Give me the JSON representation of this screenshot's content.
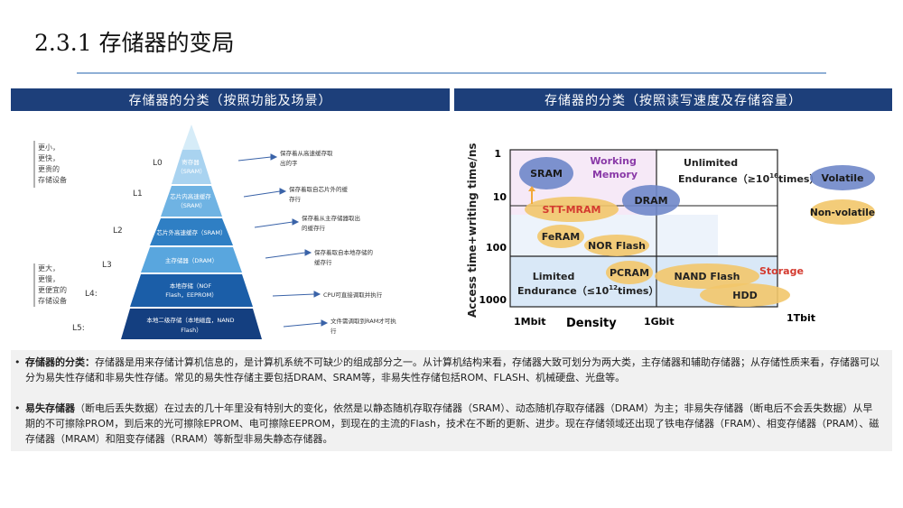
{
  "title": "2.3.1 存储器的变局",
  "left_panel": {
    "header": "存储器的分类（按照功能及场景）",
    "top_label": [
      "更小，",
      "更快，",
      "更贵的",
      "存储设备"
    ],
    "bottom_label": [
      "更大，",
      "更慢，",
      "更便宜的",
      "存储设备"
    ],
    "levels": [
      {
        "id": "L0",
        "name": [
          "寄存器",
          "（SRAM）"
        ],
        "desc": [
          "保存着从高速缓存取",
          "出的字"
        ]
      },
      {
        "id": "L1",
        "name": [
          "芯片内高速缓存",
          "（SRAM）"
        ],
        "desc": [
          "保存着取自芯片外的缓",
          "存行"
        ]
      },
      {
        "id": "L2",
        "name": [
          "芯片外高速缓存（SRAM）"
        ],
        "desc": [
          "保存着从主存储器取出",
          "的缓存行"
        ]
      },
      {
        "id": "L3",
        "name": [
          "主存储器（DRAM）"
        ],
        "desc": [
          "保存着取自本地存储的",
          "缓存行"
        ]
      },
      {
        "id": "L4:",
        "name": [
          "本地存储（NOF",
          "Flash，EEPROM）"
        ],
        "desc": [
          "CPU可直接调取并执行"
        ]
      },
      {
        "id": "L5:",
        "name": [
          "本地二级存储（本地磁盘，NAND",
          "Flash）"
        ],
        "desc": [
          "文件需调取到RAM才可执",
          "行"
        ]
      }
    ],
    "colors": [
      "#cfe6f5",
      "#a9d3f0",
      "#7dbce6",
      "#4f9fd8",
      "#2f7fc4",
      "#1b5ea8",
      "#143f80"
    ]
  },
  "right_panel": {
    "header": "存储器的分类（按照读写速度及存储容量）",
    "y_label": "Access time+writing time/ns",
    "x_label": "Density",
    "y_ticks": [
      "1",
      "10",
      "100",
      "1000"
    ],
    "x_ticks": [
      "1Mbit",
      "1Gbit",
      "1Tbit"
    ],
    "regions": {
      "working_memory": [
        "Working",
        "Memory"
      ],
      "unlimited": [
        "Unlimited",
        "Endurance（≥10",
        "16",
        "times）"
      ],
      "limited": [
        "Limited",
        "Endurance（≤10",
        "12",
        "times）"
      ],
      "storage": "Storage"
    },
    "memories": {
      "sram": "SRAM",
      "dram": "DRAM",
      "stt_mram": "STT-MRAM",
      "feram": "FeRAM",
      "nor_flash": "NOR Flash",
      "pcram": "PCRAM",
      "nand_flash": "NAND Flash",
      "hdd": "HDD"
    },
    "legend": {
      "volatile": "Volatile",
      "non_volatile": "Non-volatile"
    },
    "colors": {
      "volatile": "#6f87c9",
      "non_volatile": "#f2c66a",
      "accent": "#8a3aa8",
      "storage": "#d43a2f"
    }
  },
  "bullets": [
    {
      "term": "存储器的分类：",
      "text": "存储器是用来存储计算机信息的，是计算机系统不可缺少的组成部分之一。从计算机结构来看，存储器大致可划分为两大类，主存储器和辅助存储器；从存储性质来看，存储器可以分为易失性存储和非易失性存储。常见的易失性存储主要包括DRAM、SRAM等，非易失性存储包括ROM、FLASH、机械硬盘、光盘等。"
    },
    {
      "term": "易失存储器",
      "text": "（断电后丢失数据）在过去的几十年里没有特别大的变化，依然是以静态随机存取存储器（SRAM）、动态随机存取存储器（DRAM）为主；非易失存储器（断电后不会丢失数据）从早期的不可擦除PROM，到后来的光可擦除EPROM、电可擦除EEPROM，到现在的主流的Flash，技术在不断的更新、进步。现在存储领域还出现了铁电存储器（FRAM）、相变存储器（PRAM）、磁存储器（MRAM）和阻变存储器（RRAM）等新型非易失静态存储器。"
    }
  ]
}
